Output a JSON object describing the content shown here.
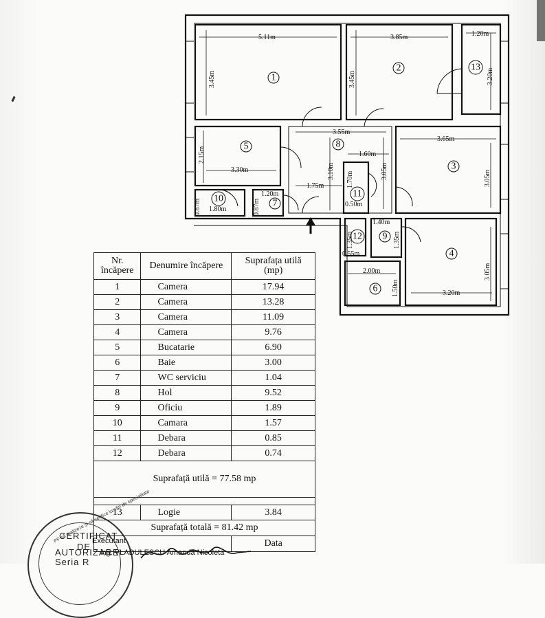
{
  "plan": {
    "dims": {
      "r1_w": "5.11m",
      "r1_h": "3.45m",
      "r2_w": "3.85m",
      "r2_h": "3.45m",
      "r13_w": "1.20m",
      "r13_h": "3.20m",
      "r8_w": "3.55m",
      "r8_h": "3.10m",
      "r8_sub": "1.75m",
      "r5_h": "2.15m",
      "r5_w": "3.30m",
      "r3_w": "3.65m",
      "r3_h": "3.05m",
      "hall_w": "1.60m",
      "hall_h": "3.05m",
      "r11_h": "1.70m",
      "r11_w": "0.50m",
      "r10_h": "0.87m",
      "r10_w": "1.80m",
      "r7_h": "0.87m",
      "r7_w": "1.20m",
      "r9_w": "1.40m",
      "r9_h": "1.35m",
      "r12_h": "1.35m",
      "r12_w": "0.55m",
      "r6_w": "2.00m",
      "r6_h": "1.50m",
      "r4_w": "3.20m",
      "r4_h": "3.05m"
    },
    "rooms": [
      "1",
      "2",
      "3",
      "4",
      "5",
      "6",
      "7",
      "8",
      "9",
      "10",
      "11",
      "12",
      "13"
    ]
  },
  "table": {
    "headers": {
      "nr": "Nr. încăpere",
      "name": "Denumire încăpere",
      "area": "Suprafața utilă (mp)"
    },
    "rows": [
      {
        "nr": "1",
        "name": "Camera",
        "area": "17.94"
      },
      {
        "nr": "2",
        "name": "Camera",
        "area": "13.28"
      },
      {
        "nr": "3",
        "name": "Camera",
        "area": "11.09"
      },
      {
        "nr": "4",
        "name": "Camera",
        "area": "9.76"
      },
      {
        "nr": "5",
        "name": "Bucatarie",
        "area": "6.90"
      },
      {
        "nr": "6",
        "name": "Baie",
        "area": "3.00"
      },
      {
        "nr": "7",
        "name": "WC serviciu",
        "area": "1.04"
      },
      {
        "nr": "8",
        "name": "Hol",
        "area": "9.52"
      },
      {
        "nr": "9",
        "name": "Oficiu",
        "area": "1.89"
      },
      {
        "nr": "10",
        "name": "Camara",
        "area": "1.57"
      },
      {
        "nr": "11",
        "name": "Debara",
        "area": "0.85"
      },
      {
        "nr": "12",
        "name": "Debara",
        "area": "0.74"
      }
    ],
    "useful_total": "Suprafață utilă = 77.58 mp",
    "extra_row": {
      "nr": "13",
      "name": "Logie",
      "area": "3.84"
    },
    "grand_total": "Suprafață totală = 81.42 mp",
    "data_label": "Data"
  },
  "stamp": {
    "line1": "CERTIFICAT",
    "line2": "DE",
    "line3": "AUTORIZARE",
    "line4": "Seria R",
    "ring": "PF să realizeze și să verifice lucrări de specialitate",
    "executant_label": "Executant",
    "executant_name": "ing. VLADULESCU Amanda Nicoleta"
  }
}
